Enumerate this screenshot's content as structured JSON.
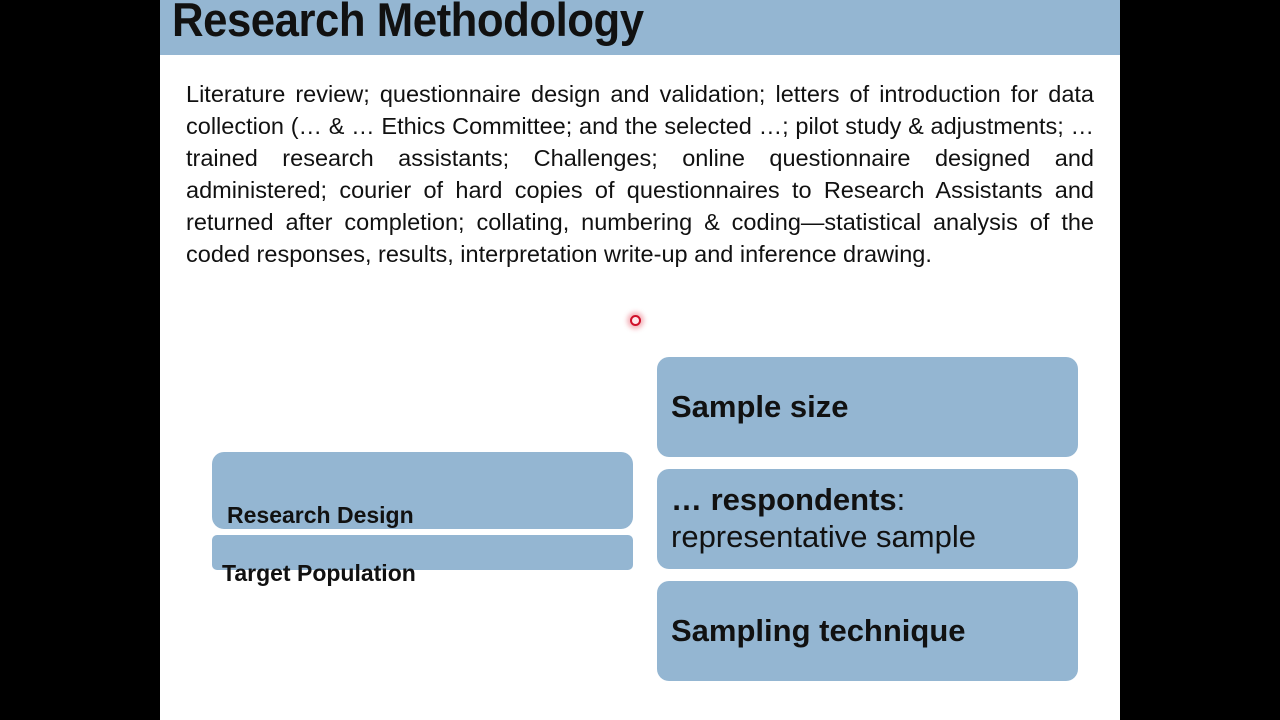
{
  "slide": {
    "title": "Research Methodology",
    "body": "Literature review; questionnaire design and validation; letters of introduction for data collection (… & … Ethics Committee; and the selected …; pilot study & adjustments; … trained research assistants;   Challenges; online questionnaire designed and administered; courier of hard copies of questionnaires to Research Assistants and returned after completion; collating, numbering & coding—statistical analysis of the coded responses, results, interpretation write-up and inference drawing.",
    "left_boxes": [
      {
        "label": "Research Design"
      },
      {
        "label": "Target Population"
      }
    ],
    "right_boxes": [
      {
        "label": "Sample size"
      },
      {
        "label_bold": "… respondents",
        "label_colon": ":",
        "label_sub": "representative sample"
      },
      {
        "label": "Sampling technique"
      }
    ],
    "colors": {
      "accent_blue": "#94b6d2",
      "letterbox": "#000000",
      "text": "#111111",
      "cursor": "#d0102a"
    }
  }
}
